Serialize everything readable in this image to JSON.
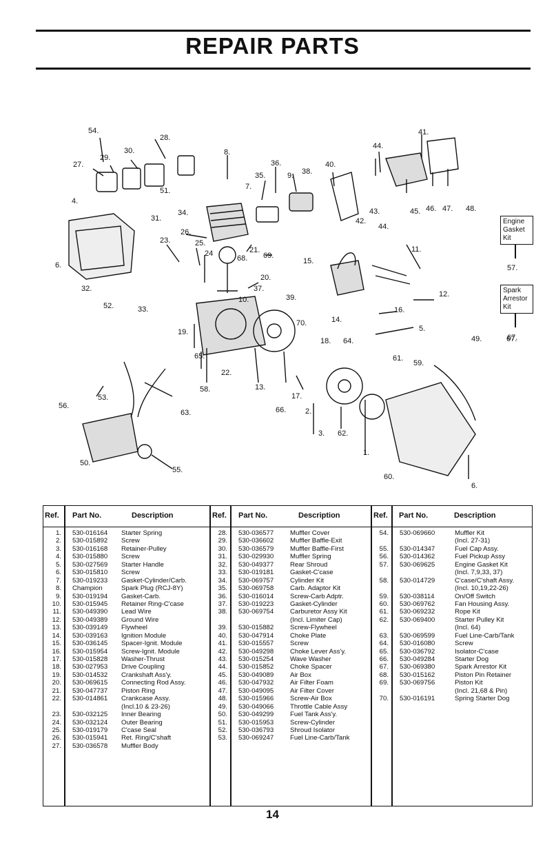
{
  "page": {
    "title": "REPAIR PARTS",
    "page_number": "14"
  },
  "diagram": {
    "callouts": [
      "54.",
      "28.",
      "30.",
      "29.",
      "27.",
      "8.",
      "36.",
      "35.",
      "9.",
      "38.",
      "40.",
      "41.",
      "44.",
      "7.",
      "51.",
      "4.",
      "31.",
      "34.",
      "43.",
      "42.",
      "44.",
      "45.",
      "46.",
      "47.",
      "48.",
      "26.",
      "23.",
      "25.",
      "24",
      "21.",
      "68.",
      "69.",
      "15.",
      "11.",
      "6.",
      "20.",
      "32.",
      "37.",
      "39.",
      "12.",
      "52.",
      "33.",
      "10.",
      "16.",
      "70.",
      "14.",
      "5.",
      "19.",
      "18.",
      "64.",
      "49.",
      "67.",
      "65.",
      "61.",
      "59.",
      "22.",
      "56.",
      "53.",
      "58.",
      "13.",
      "17.",
      "63.",
      "66.",
      "2.",
      "3.",
      "62.",
      "1.",
      "50.",
      "55.",
      "60.",
      "6."
    ],
    "kits": [
      {
        "label": "Engine Gasket Kit",
        "ref": "57."
      },
      {
        "label": "Spark Arrestor Kit",
        "ref": "67."
      }
    ]
  },
  "table": {
    "headers": {
      "ref": "Ref.",
      "part_no": "Part No.",
      "description": "Description"
    },
    "columns": [
      [
        {
          "ref": "1.",
          "part": "530-016164",
          "desc": "Starter Spring"
        },
        {
          "ref": "2.",
          "part": "530-015892",
          "desc": "Screw"
        },
        {
          "ref": "3.",
          "part": "530-016168",
          "desc": "Retainer-Pulley"
        },
        {
          "ref": "4.",
          "part": "530-015880",
          "desc": "Screw"
        },
        {
          "ref": "5.",
          "part": "530-027569",
          "desc": "Starter Handle"
        },
        {
          "ref": "6.",
          "part": "530-015810",
          "desc": "Screw"
        },
        {
          "ref": "7.",
          "part": "530-019233",
          "desc": "Gasket-Cylinder/Carb."
        },
        {
          "ref": "8.",
          "part": "Champion",
          "desc": "Spark Plug (RCJ-8Y)"
        },
        {
          "ref": "9.",
          "part": "530-019194",
          "desc": "Gasket-Carb."
        },
        {
          "ref": "10.",
          "part": "530-015945",
          "desc": "Retainer Ring-C'case"
        },
        {
          "ref": "11.",
          "part": "530-049390",
          "desc": "Lead Wire"
        },
        {
          "ref": "12.",
          "part": "530-049389",
          "desc": "Ground Wire"
        },
        {
          "ref": "13.",
          "part": "530-039149",
          "desc": "Flywheel"
        },
        {
          "ref": "14.",
          "part": "530-039163",
          "desc": "Ignition Module"
        },
        {
          "ref": "15.",
          "part": "530-036145",
          "desc": "Spacer-Ignit. Module"
        },
        {
          "ref": "16.",
          "part": "530-015954",
          "desc": "Screw-Ignit. Module"
        },
        {
          "ref": "17.",
          "part": "530-015828",
          "desc": "Washer-Thrust"
        },
        {
          "ref": "18.",
          "part": "530-027953",
          "desc": "Drive Coupling"
        },
        {
          "ref": "19.",
          "part": "530-014532",
          "desc": "Crankshaft Ass'y."
        },
        {
          "ref": "20.",
          "part": "530-069615",
          "desc": "Connecting Rod Assy."
        },
        {
          "ref": "21.",
          "part": "530-047737",
          "desc": "Piston Ring"
        },
        {
          "ref": "22.",
          "part": "530-014861",
          "desc": "Crankcase Assy."
        },
        {
          "ref": "",
          "part": "",
          "desc": "    (Incl.10 & 23-26)"
        },
        {
          "ref": "23.",
          "part": "530-032125",
          "desc": "Inner Bearing"
        },
        {
          "ref": "24.",
          "part": "530-032124",
          "desc": "Outer Bearing"
        },
        {
          "ref": "25.",
          "part": "530-019179",
          "desc": "C'case Seal"
        },
        {
          "ref": "26.",
          "part": "530-015941",
          "desc": "Ret. Ring/C'shaft"
        },
        {
          "ref": "27.",
          "part": "530-036578",
          "desc": "Muffler Body"
        }
      ],
      [
        {
          "ref": "28.",
          "part": "530-036577",
          "desc": "Muffler Cover"
        },
        {
          "ref": "29.",
          "part": "530-036602",
          "desc": "Muffler Baffle-Exit"
        },
        {
          "ref": "30.",
          "part": "530-036579",
          "desc": "Muffler Baffle-First"
        },
        {
          "ref": "31.",
          "part": "530-029930",
          "desc": "Muffler Spring"
        },
        {
          "ref": "32.",
          "part": "530-049377",
          "desc": "Rear Shroud"
        },
        {
          "ref": "33.",
          "part": "530-019181",
          "desc": "Gasket-C'case"
        },
        {
          "ref": "34.",
          "part": "530-069757",
          "desc": "Cylinder Kit"
        },
        {
          "ref": "35.",
          "part": "530-069758",
          "desc": "Carb. Adaptor Kit"
        },
        {
          "ref": "36.",
          "part": "530-016014",
          "desc": "Screw-Carb Adptr."
        },
        {
          "ref": "37.",
          "part": "530-019223",
          "desc": "Gasket-Cylinder"
        },
        {
          "ref": "38.",
          "part": "530-069754",
          "desc": "Carburetor Assy Kit"
        },
        {
          "ref": "",
          "part": "",
          "desc": "  (Incl. Limiter Cap)"
        },
        {
          "ref": "39.",
          "part": "530-015882",
          "desc": "Screw-Flywheel"
        },
        {
          "ref": "40.",
          "part": "530-047914",
          "desc": "Choke Plate"
        },
        {
          "ref": "41.",
          "part": "530-015557",
          "desc": "Screw"
        },
        {
          "ref": "42.",
          "part": "530-049298",
          "desc": "Choke Lever Ass'y."
        },
        {
          "ref": "43.",
          "part": "530-015254",
          "desc": "Wave Washer"
        },
        {
          "ref": "44.",
          "part": "530-015852",
          "desc": "Choke Spacer"
        },
        {
          "ref": "45.",
          "part": "530-049089",
          "desc": "Air Box"
        },
        {
          "ref": "46.",
          "part": "530-047932",
          "desc": "Air Filter Foam"
        },
        {
          "ref": "47.",
          "part": "530-049095",
          "desc": "Air Filter Cover"
        },
        {
          "ref": "48.",
          "part": "530-015966",
          "desc": "Screw-Air Box"
        },
        {
          "ref": "49.",
          "part": "530-049066",
          "desc": "Throttle Cable Assy"
        },
        {
          "ref": "50.",
          "part": "530-049299",
          "desc": "Fuel Tank Ass'y."
        },
        {
          "ref": "51.",
          "part": "530-015953",
          "desc": "Screw-Cylinder"
        },
        {
          "ref": "52.",
          "part": "530-036793",
          "desc": "Shroud Isolator"
        },
        {
          "ref": "53.",
          "part": "530-069247",
          "desc": "Fuel Line-Carb/Tank"
        }
      ],
      [
        {
          "ref": "54.",
          "part": "530-069660",
          "desc": "Muffler Kit"
        },
        {
          "ref": "",
          "part": "",
          "desc": "  (Incl. 27-31)"
        },
        {
          "ref": "55.",
          "part": "530-014347",
          "desc": "Fuel Cap Assy."
        },
        {
          "ref": "56.",
          "part": "530-014362",
          "desc": "Fuel Pickup Assy"
        },
        {
          "ref": "57.",
          "part": "530-069625",
          "desc": "Engine Gasket Kit"
        },
        {
          "ref": "",
          "part": "",
          "desc": "  (Incl. 7,9,33, 37)"
        },
        {
          "ref": "58.",
          "part": "530-014729",
          "desc": "C'case/C'shaft Assy."
        },
        {
          "ref": "",
          "part": "",
          "desc": "  (Incl. 10,19,22-26)"
        },
        {
          "ref": "59.",
          "part": "530-038114",
          "desc": "On/Off Switch"
        },
        {
          "ref": "60.",
          "part": "530-069762",
          "desc": "Fan Housing Assy."
        },
        {
          "ref": "61.",
          "part": "530-069232",
          "desc": "Rope Kit"
        },
        {
          "ref": "62.",
          "part": "530-069400",
          "desc": "Starter Pulley Kit"
        },
        {
          "ref": "",
          "part": "",
          "desc": "  (Incl. 64)"
        },
        {
          "ref": "63.",
          "part": "530-069599",
          "desc": "Fuel Line-Carb/Tank"
        },
        {
          "ref": "64.",
          "part": "530-016080",
          "desc": "Screw"
        },
        {
          "ref": "65.",
          "part": "530-036792",
          "desc": "Isolator-C'case"
        },
        {
          "ref": "66.",
          "part": "530-049284",
          "desc": "Starter Dog"
        },
        {
          "ref": "67.",
          "part": "530-069380",
          "desc": "Spark Arrestor Kit"
        },
        {
          "ref": "68.",
          "part": "530-015162",
          "desc": "Piston Pin Retainer"
        },
        {
          "ref": "69.",
          "part": "530-069756",
          "desc": "Piston Kit"
        },
        {
          "ref": "",
          "part": "",
          "desc": "  (Incl. 21,68 & Pin)"
        },
        {
          "ref": "70.",
          "part": "530-016191",
          "desc": "Spring Starter Dog"
        }
      ]
    ]
  }
}
